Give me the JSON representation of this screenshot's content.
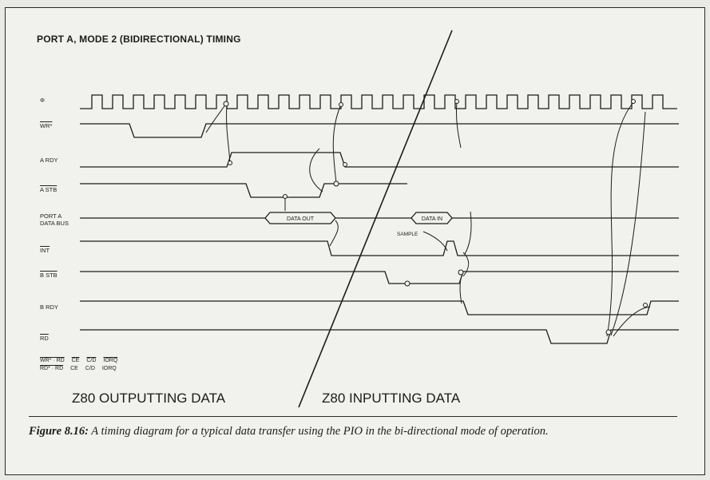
{
  "title": "PORT A, MODE 2 (BIDIRECTIONAL) TIMING",
  "signals": {
    "phi": "Φ",
    "wr": "WR*",
    "ardy": "A RDY",
    "astb": "A STB",
    "porta_line1": "PORT A",
    "porta_line2": "DATA BUS",
    "int": "INT",
    "bstb": "B STB",
    "brdy": "B RDY",
    "rd": "RD"
  },
  "bus_labels": {
    "data_out": "DATA OUT",
    "data_in": "DATA IN",
    "sample": "SAMPLE"
  },
  "equations": {
    "row1": [
      "WR* · RD",
      "CE",
      "C/D",
      "IORQ"
    ],
    "row2": [
      "RD* · RD",
      "CE",
      "C/D",
      "IORQ"
    ]
  },
  "left_caption": "Z80 OUTPUTTING DATA",
  "right_caption": "Z80 INPUTTING DATA",
  "figure": {
    "label": "Figure 8.16:",
    "text": "A timing diagram for a typical data transfer using the PIO in the bi-directional mode of operation."
  }
}
